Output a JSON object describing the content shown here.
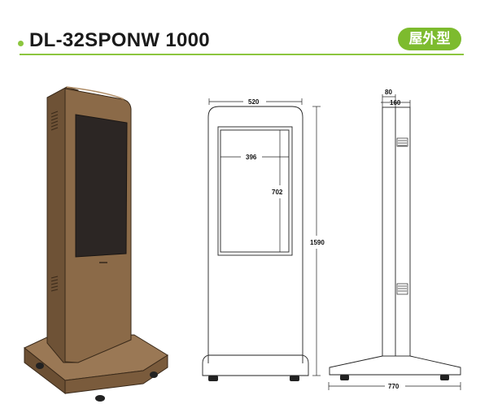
{
  "header": {
    "title": "DL-32SPONW 1000",
    "badge": "屋外型"
  },
  "front_view": {
    "width": "520",
    "screen_width": "396",
    "screen_height": "702",
    "height": "1590"
  },
  "side_view": {
    "depth_top": "80",
    "depth_body": "160",
    "base_width": "770"
  },
  "colors": {
    "accent": "#8cc63f",
    "badge": "#7dbb2e",
    "cabinet": "#8b6a48"
  }
}
